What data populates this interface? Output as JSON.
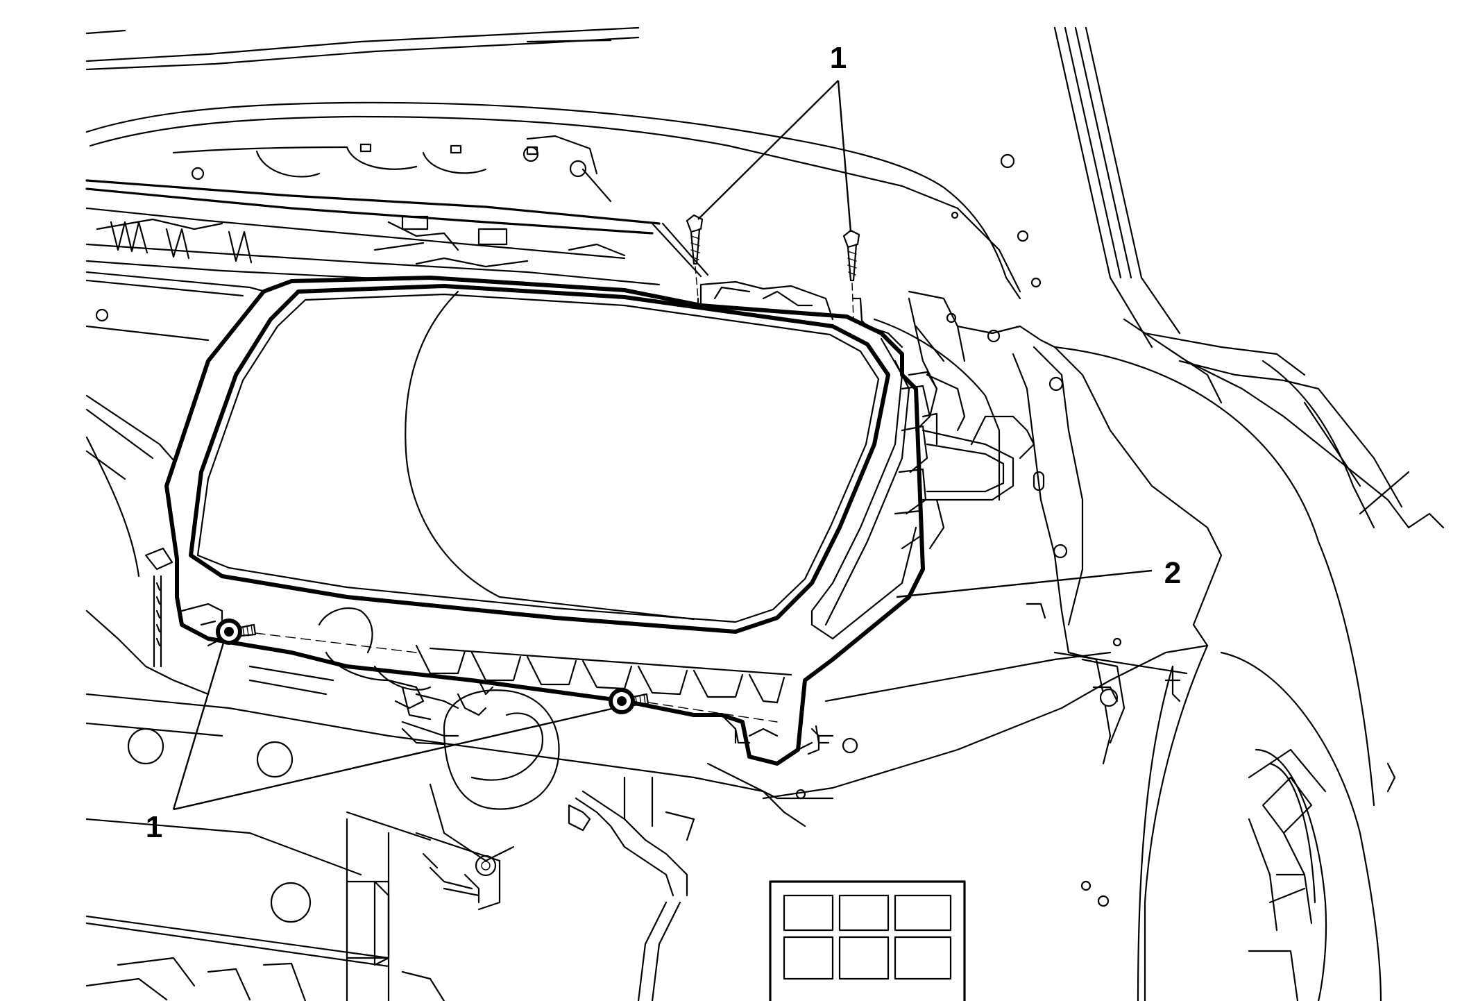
{
  "callouts": [
    {
      "id": "fasteners-top",
      "label": "1"
    },
    {
      "id": "housing",
      "label": "2"
    },
    {
      "id": "fasteners-bottom",
      "label": "1"
    }
  ]
}
